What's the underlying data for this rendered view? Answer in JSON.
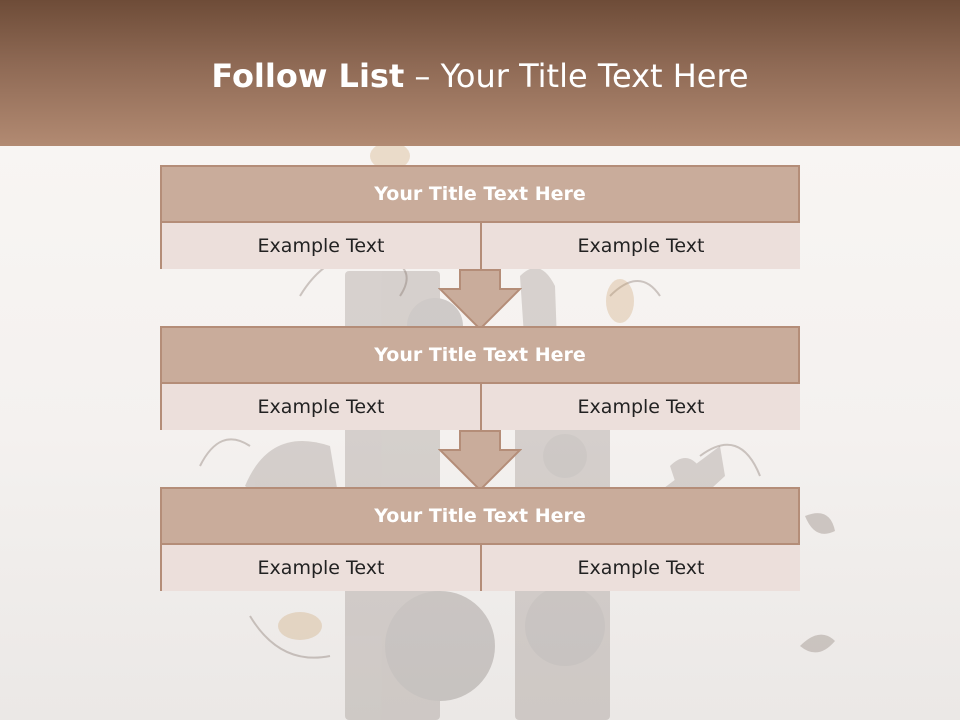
{
  "slide": {
    "title_bold": "Follow List",
    "title_rest": " – Your Title Text Here"
  },
  "colors": {
    "header": "#8f6a55",
    "block_title": "#c9ac9b",
    "block_cell": "#ecdfdb",
    "border": "#b48d78"
  },
  "steps": [
    {
      "title": "Your Title Text Here",
      "left": "Example Text",
      "right": "Example Text"
    },
    {
      "title": "Your Title Text Here",
      "left": "Example Text",
      "right": "Example Text"
    },
    {
      "title": "Your Title Text Here",
      "left": "Example Text",
      "right": "Example Text"
    }
  ]
}
